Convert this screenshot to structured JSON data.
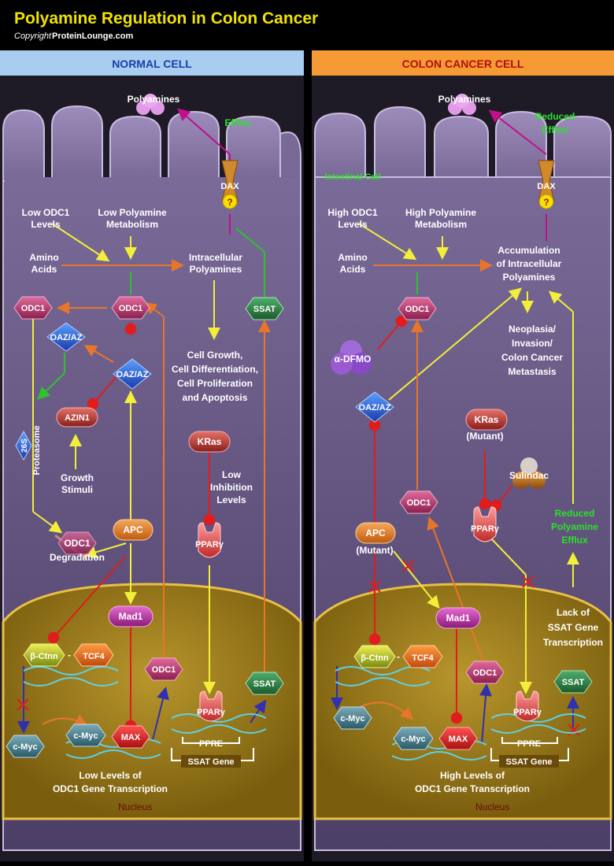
{
  "header": {
    "title": "Polyamine Regulation in Colon Cancer",
    "copyright_prefix": "Copyright",
    "copyright_brand": "ProteinLounge.com"
  },
  "colors": {
    "title": "#f2e200",
    "normal_header": "#a8cdf1",
    "normal_header_text": "#1b3fa7",
    "cancer_header": "#f59a35",
    "cancer_header_text": "#b01010",
    "cell_purple": "#6a5a86",
    "nucleus": "#9a7b18",
    "yellow_arrow": "#f2ee3a",
    "orange_arrow": "#e8762a",
    "red_inhibit": "#e01c1c",
    "green_arrow": "#2ec22e",
    "navy_arrow": "#1a1a8a",
    "magenta_arrow": "#b0107a",
    "green_label": "#2be02b"
  },
  "normal": {
    "panel_title": "NORMAL CELL",
    "polyamines": "Polyamines",
    "efflux": "Efflux",
    "dax": "DAX",
    "low_odc1_levels": [
      "Low ODC1",
      "Levels"
    ],
    "low_polyamine_metabolism": [
      "Low Polyamine",
      "Metabolism"
    ],
    "amino_acids": [
      "Amino",
      "Acids"
    ],
    "intracellular_polyamines": [
      "Intracellular",
      "Polyamines"
    ],
    "odc1": "ODC1",
    "ssat": "SSAT",
    "oaz_az": "OAZ/AZ",
    "azin1": "AZIN1",
    "proteasome_26s": "26S",
    "proteasome": "Proteasome",
    "growth_stimuli": [
      "Growth",
      "Stimuli"
    ],
    "cell_effects": [
      "Cell Growth,",
      "Cell Differentiation,",
      "Cell Proliferation",
      "and Apoptosis"
    ],
    "kras": "KRas",
    "low_inhibition_levels": [
      "Low",
      "Inhibition",
      "Levels"
    ],
    "ppar": "PPARγ",
    "apc": "APC",
    "odc1_degradation": [
      "ODC1",
      "Degradation"
    ],
    "mad1": "Mad1",
    "b_ctnn": "β-Ctnn",
    "tcf4": "TCF4",
    "c_myc": "c-Myc",
    "max": "MAX",
    "ppre": "PPRE",
    "ssat_gene": "SSAT Gene",
    "odc1_transcription": [
      "Low Levels of",
      "ODC1 Gene Transcription"
    ],
    "nucleus": "Nucleus"
  },
  "cancer": {
    "panel_title": "COLON CANCER CELL",
    "polyamines": "Polyamines",
    "reduced_efflux": [
      "Reduced",
      "Efflux"
    ],
    "intestinal_cell": "Intestinal Cell",
    "dax": "DAX",
    "high_odc1_levels": [
      "High ODC1",
      "Levels"
    ],
    "high_polyamine_metabolism": [
      "High Polyamine",
      "Metabolism"
    ],
    "amino_acids": [
      "Amino",
      "Acids"
    ],
    "accumulation": [
      "Accumulation",
      "of Intracellular",
      "Polyamines"
    ],
    "odc1": "ODC1",
    "dfmo": "α-DFMO",
    "neoplasia": [
      "Neoplasia/",
      "Invasion/",
      "Colon Cancer",
      "Metastasis"
    ],
    "oaz_az": "OAZ/AZ",
    "kras": "KRas",
    "kras_mutant": "(Mutant)",
    "sulindac": "Sulindac",
    "ppar": "PPARγ",
    "reduced_polyamine_efflux": [
      "Reduced",
      "Polyamine",
      "Efflux"
    ],
    "apc": "APC",
    "apc_mutant": "(Mutant)",
    "mad1": "Mad1",
    "lack_ssat": [
      "Lack of",
      "SSAT Gene",
      "Transcription"
    ],
    "b_ctnn": "β-Ctnn",
    "tcf4": "TCF4",
    "ssat": "SSAT",
    "c_myc": "c-Myc",
    "max": "MAX",
    "ppre": "PPRE",
    "ssat_gene": "SSAT Gene",
    "odc1_transcription": [
      "High Levels of",
      "ODC1 Gene Transcription"
    ],
    "nucleus": "Nucleus"
  }
}
